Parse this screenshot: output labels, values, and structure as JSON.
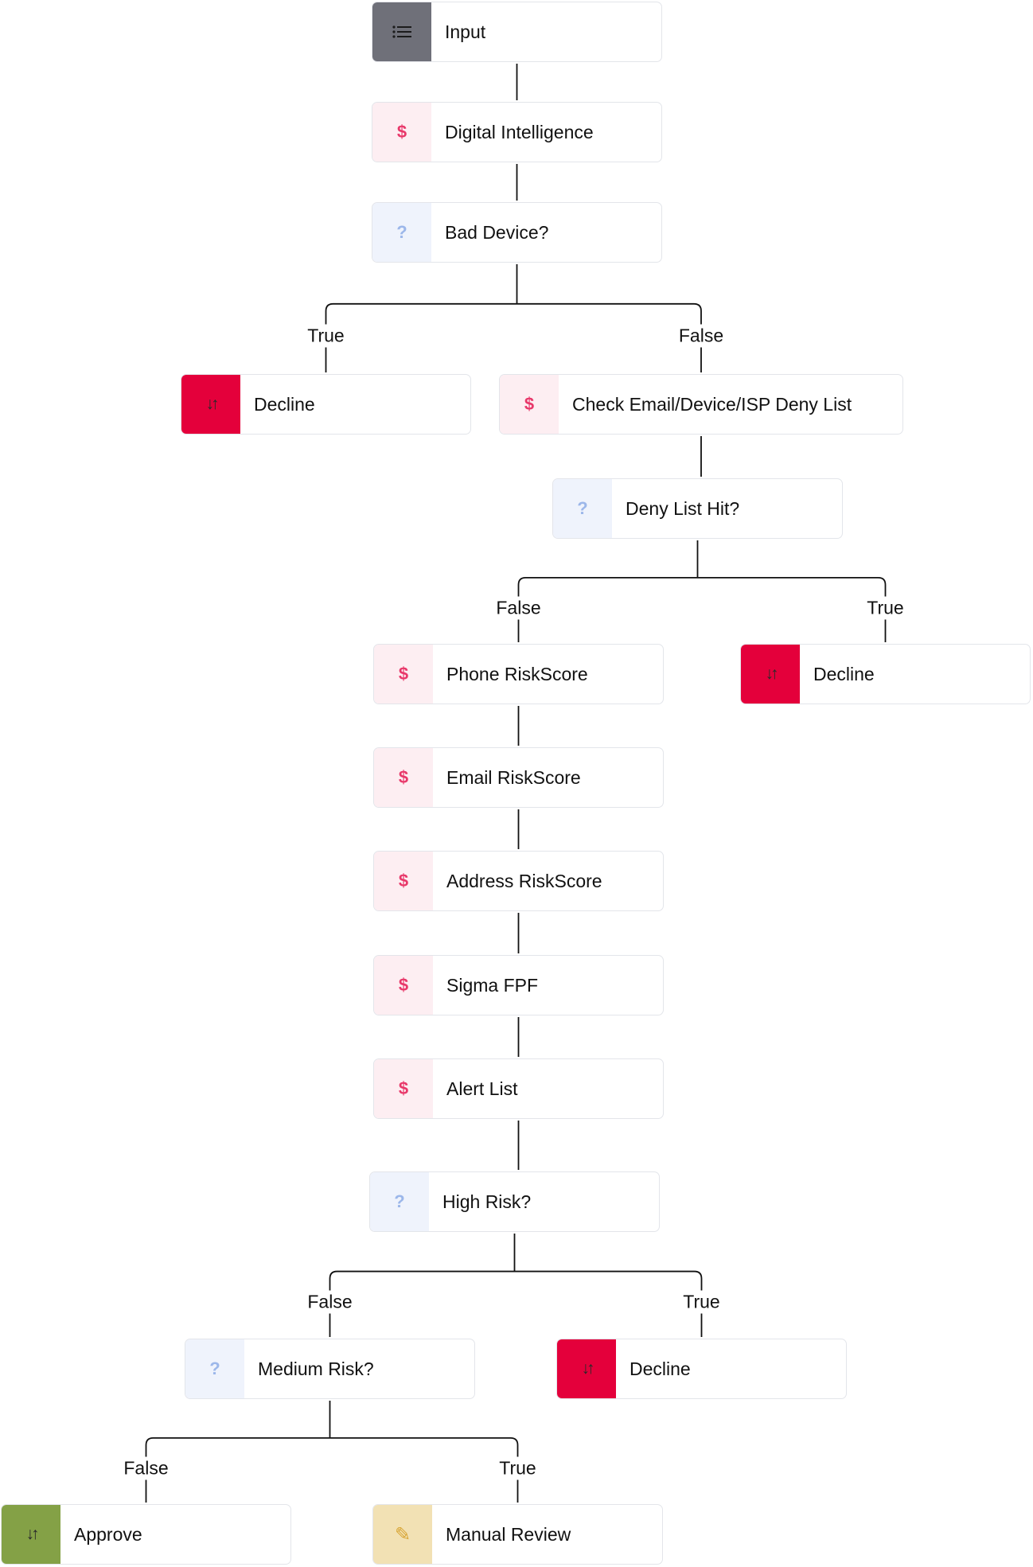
{
  "nodes": {
    "input": {
      "label": "Input",
      "kind": "input",
      "icon": "list-icon"
    },
    "digital_intelligence": {
      "label": "Digital Intelligence",
      "kind": "data",
      "icon": "dollar-icon"
    },
    "bad_device": {
      "label": "Bad Device?",
      "kind": "condition",
      "icon": "question-icon"
    },
    "decline_1": {
      "label": "Decline",
      "kind": "decline",
      "icon": "sort-arrows-icon"
    },
    "check_deny_list": {
      "label": "Check Email/Device/ISP Deny List",
      "kind": "data",
      "icon": "dollar-icon"
    },
    "deny_list_hit": {
      "label": "Deny List Hit?",
      "kind": "condition",
      "icon": "question-icon"
    },
    "phone_riskscore": {
      "label": "Phone RiskScore",
      "kind": "data",
      "icon": "dollar-icon"
    },
    "decline_2": {
      "label": "Decline",
      "kind": "decline",
      "icon": "sort-arrows-icon"
    },
    "email_riskscore": {
      "label": "Email RiskScore",
      "kind": "data",
      "icon": "dollar-icon"
    },
    "address_riskscore": {
      "label": "Address RiskScore",
      "kind": "data",
      "icon": "dollar-icon"
    },
    "sigma_fpf": {
      "label": "Sigma FPF",
      "kind": "data",
      "icon": "dollar-icon"
    },
    "alert_list": {
      "label": "Alert List",
      "kind": "data",
      "icon": "dollar-icon"
    },
    "high_risk": {
      "label": "High Risk?",
      "kind": "condition",
      "icon": "question-icon"
    },
    "medium_risk": {
      "label": "Medium Risk?",
      "kind": "condition",
      "icon": "question-icon"
    },
    "decline_3": {
      "label": "Decline",
      "kind": "decline",
      "icon": "sort-arrows-icon"
    },
    "approve": {
      "label": "Approve",
      "kind": "approve",
      "icon": "sort-arrows-icon"
    },
    "manual_review": {
      "label": "Manual Review",
      "kind": "review",
      "icon": "pencil-icon"
    }
  },
  "edges": [
    {
      "from": "input",
      "to": "digital_intelligence",
      "label": ""
    },
    {
      "from": "digital_intelligence",
      "to": "bad_device",
      "label": ""
    },
    {
      "from": "bad_device",
      "to": "decline_1",
      "label": "True"
    },
    {
      "from": "bad_device",
      "to": "check_deny_list",
      "label": "False"
    },
    {
      "from": "check_deny_list",
      "to": "deny_list_hit",
      "label": ""
    },
    {
      "from": "deny_list_hit",
      "to": "phone_riskscore",
      "label": "False"
    },
    {
      "from": "deny_list_hit",
      "to": "decline_2",
      "label": "True"
    },
    {
      "from": "phone_riskscore",
      "to": "email_riskscore",
      "label": ""
    },
    {
      "from": "email_riskscore",
      "to": "address_riskscore",
      "label": ""
    },
    {
      "from": "address_riskscore",
      "to": "sigma_fpf",
      "label": ""
    },
    {
      "from": "sigma_fpf",
      "to": "alert_list",
      "label": ""
    },
    {
      "from": "alert_list",
      "to": "high_risk",
      "label": ""
    },
    {
      "from": "high_risk",
      "to": "medium_risk",
      "label": "False"
    },
    {
      "from": "high_risk",
      "to": "decline_3",
      "label": "True"
    },
    {
      "from": "medium_risk",
      "to": "approve",
      "label": "False"
    },
    {
      "from": "medium_risk",
      "to": "manual_review",
      "label": "True"
    }
  ],
  "colors": {
    "input": "#6f7079",
    "decline": "#e4003b",
    "approve": "#84a146",
    "review": "#f2e1b4",
    "data_icon": "#e8386a",
    "condition_icon": "#9cb7ea"
  }
}
